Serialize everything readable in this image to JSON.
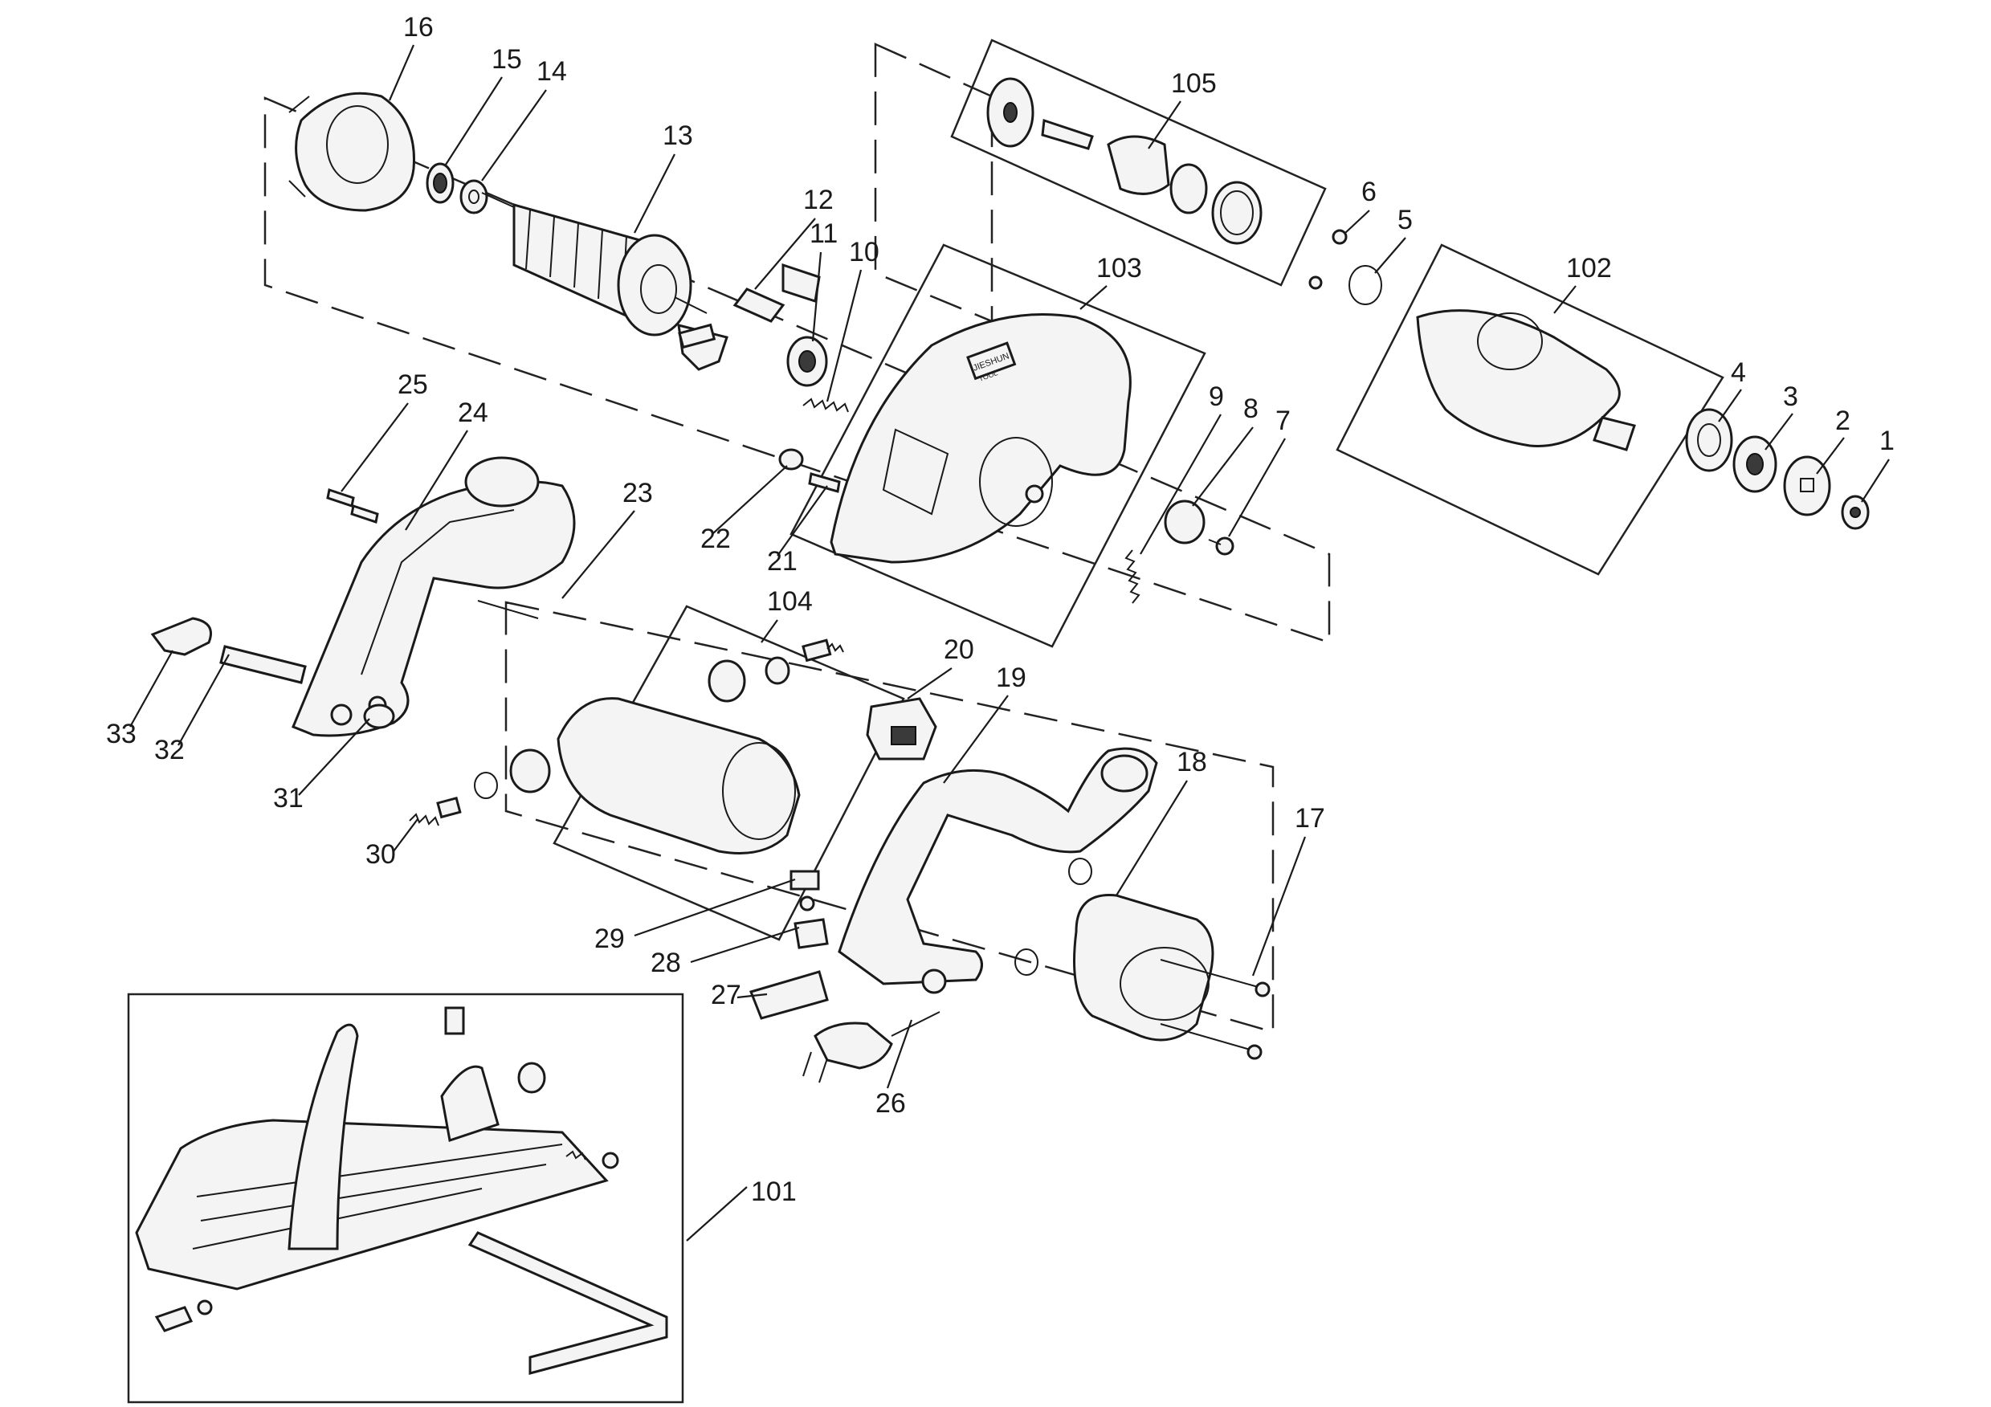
{
  "callouts": [
    {
      "id": "c1",
      "label": "1"
    },
    {
      "id": "c2",
      "label": "2"
    },
    {
      "id": "c3",
      "label": "3"
    },
    {
      "id": "c4",
      "label": "4"
    },
    {
      "id": "c5",
      "label": "5"
    },
    {
      "id": "c6",
      "label": "6"
    },
    {
      "id": "c7",
      "label": "7"
    },
    {
      "id": "c8",
      "label": "8"
    },
    {
      "id": "c9",
      "label": "9"
    },
    {
      "id": "c10",
      "label": "10"
    },
    {
      "id": "c11",
      "label": "11"
    },
    {
      "id": "c12",
      "label": "12"
    },
    {
      "id": "c13",
      "label": "13"
    },
    {
      "id": "c14",
      "label": "14"
    },
    {
      "id": "c15",
      "label": "15"
    },
    {
      "id": "c16",
      "label": "16"
    },
    {
      "id": "c17",
      "label": "17"
    },
    {
      "id": "c18",
      "label": "18"
    },
    {
      "id": "c19",
      "label": "19"
    },
    {
      "id": "c20",
      "label": "20"
    },
    {
      "id": "c21",
      "label": "21"
    },
    {
      "id": "c22",
      "label": "22"
    },
    {
      "id": "c23",
      "label": "23"
    },
    {
      "id": "c24",
      "label": "24"
    },
    {
      "id": "c25",
      "label": "25"
    },
    {
      "id": "c26",
      "label": "26"
    },
    {
      "id": "c27",
      "label": "27"
    },
    {
      "id": "c28",
      "label": "28"
    },
    {
      "id": "c29",
      "label": "29"
    },
    {
      "id": "c30",
      "label": "30"
    },
    {
      "id": "c31",
      "label": "31"
    },
    {
      "id": "c32",
      "label": "32"
    },
    {
      "id": "c33",
      "label": "33"
    },
    {
      "id": "c101",
      "label": "101"
    },
    {
      "id": "c102",
      "label": "102"
    },
    {
      "id": "c103",
      "label": "103"
    },
    {
      "id": "c104",
      "label": "104"
    },
    {
      "id": "c105",
      "label": "105"
    }
  ],
  "guard_badge": {
    "line1": "JIESHUN",
    "line2": "TOOL"
  },
  "colors": {
    "ink": "#1a1a1a",
    "paper": "#ffffff",
    "fill": "#f4f4f4"
  }
}
